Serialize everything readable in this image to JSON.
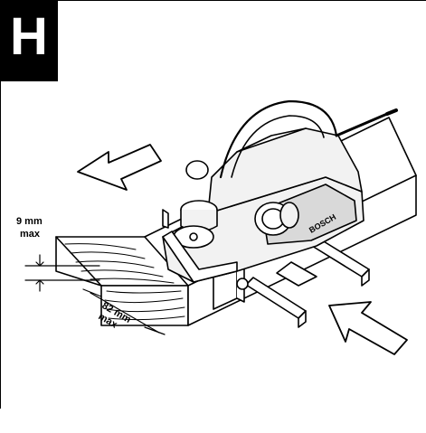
{
  "figure": {
    "letter": "H",
    "depth_value": "9 mm",
    "depth_max": "max",
    "width_value": "82 mm",
    "width_max": "max",
    "brand": "BOSCH"
  },
  "colors": {
    "ink": "#000000",
    "paper": "#ffffff",
    "planer_body": "#f2f2f2",
    "planer_shade": "#d9d9d9"
  },
  "icons": {
    "feed_arrow_left": "arrow-left-icon",
    "feed_arrow_right": "arrow-up-left-icon"
  }
}
